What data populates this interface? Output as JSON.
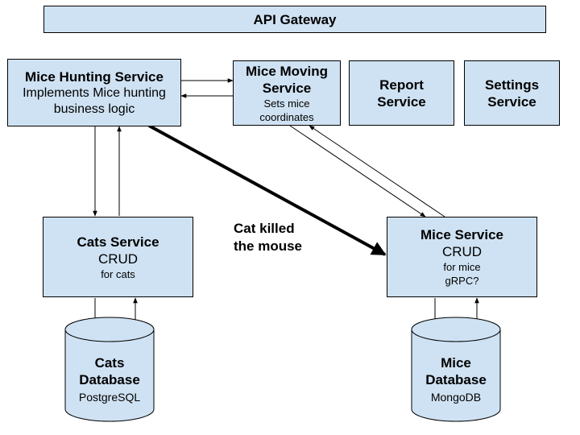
{
  "gateway": {
    "label": "API Gateway"
  },
  "hunting": {
    "title": "Mice Hunting Service",
    "desc": "Implements Mice hunting business logic"
  },
  "moving": {
    "title": "Mice Moving Service",
    "desc": "Sets mice coordinates"
  },
  "report": {
    "title": "Report Service"
  },
  "settings": {
    "title": "Settings Service"
  },
  "cats_service": {
    "title": "Cats Service",
    "crud": "CRUD",
    "desc": "for cats"
  },
  "mice_service": {
    "title": "Mice Service",
    "crud": "CRUD",
    "desc": "for mice",
    "extra": "gRPC?"
  },
  "cats_db": {
    "title_line1": "Cats",
    "title_line2": "Database",
    "engine": "PostgreSQL"
  },
  "mice_db": {
    "title_line1": "Mice",
    "title_line2": "Database",
    "engine": "MongoDB"
  },
  "edge_label": {
    "line1": "Cat killed",
    "line2": "the mouse"
  },
  "colors": {
    "box_fill": "#cfe2f3",
    "line": "#000000"
  }
}
